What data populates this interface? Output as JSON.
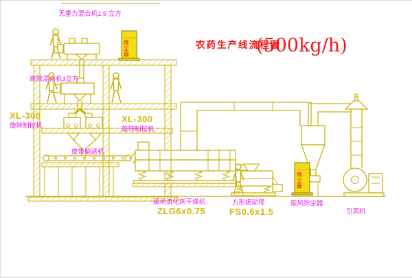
{
  "title": {
    "name": "农药生产线流程图",
    "capacity": "(500kg/h)"
  },
  "labels": {
    "top_mixer": "无重力混合机1.5 立方",
    "mid_mixer": "高效混合机3立方",
    "granulator_left_model": "XL-300",
    "granulator_left_name": "旋转制粒机",
    "granulator_right_model": "XL-300",
    "granulator_right_name": "旋转制粒机",
    "belt_conveyor": "皮带输送机",
    "dryer_name": "振动流化床干燥机",
    "dryer_model": "ZLG6x0.75",
    "sieve_name": "方形振动筛",
    "sieve_model": "FS0.6x1.5",
    "cyclone": "旋风除尘器",
    "fan": "引风机",
    "cabinet_top": "除尘器",
    "cabinet_right": "除尘器"
  },
  "colors": {
    "bg": "#ffffff",
    "line": "#c9b40e",
    "magenta": "#e81ee8",
    "red": "#f01818",
    "model": "#d4b80a",
    "cabfill": "#f2dc16",
    "cabstroke": "#8f7506",
    "cabred": "#e00000"
  }
}
